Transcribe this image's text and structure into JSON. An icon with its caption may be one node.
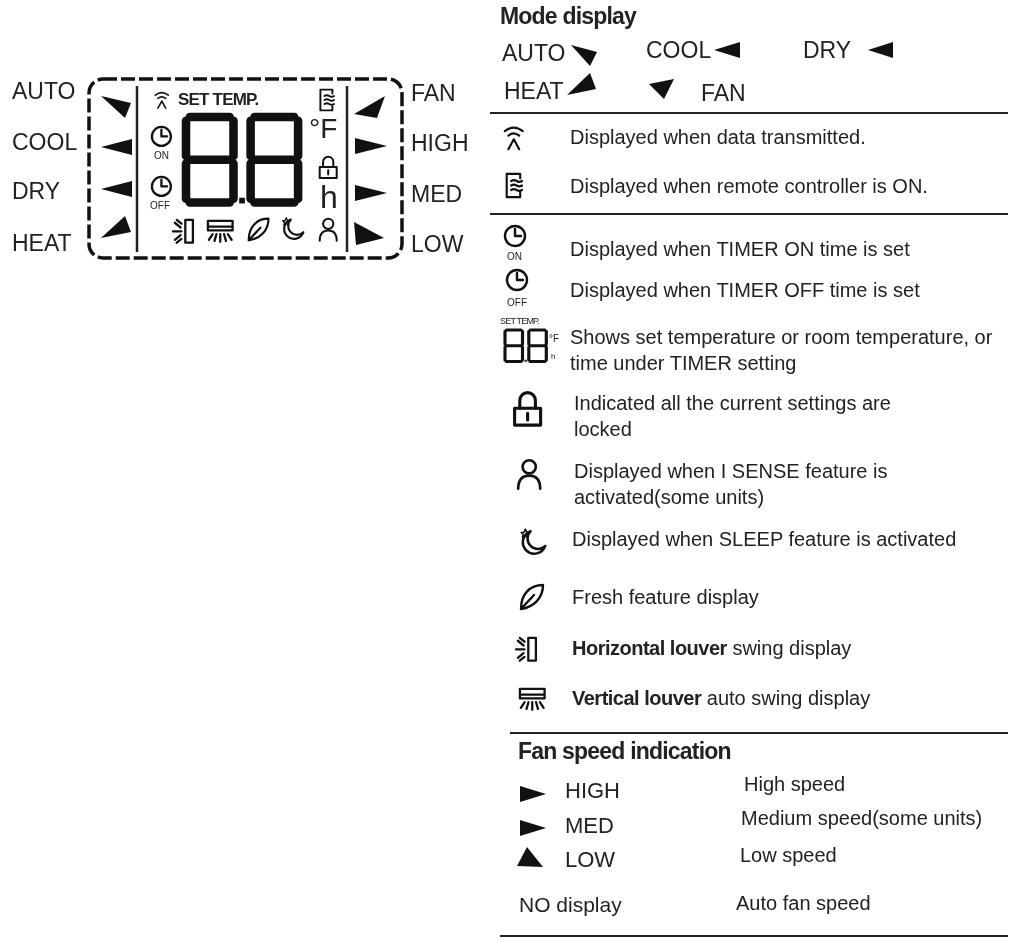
{
  "diagram": {
    "labels": [
      "AUTO",
      "COOL",
      "DRY",
      "HEAT",
      "SET TEMP.",
      "°F",
      "ON",
      "OFF",
      "h",
      "FAN",
      "HIGH",
      "MED",
      "LOW",
      "Mode display",
      "AUTO",
      "COOL",
      "DRY",
      "HEAT",
      "FAN",
      "Displayed when data transmitted.",
      "Displayed when remote controller is ON.",
      "ON",
      "Displayed when TIMER ON time is set",
      "OFF",
      "Displayed when TIMER OFF time is set",
      "SET TEMP.",
      "°F",
      "h",
      "Shows set temperature or room temperature, or time under TIMER setting",
      "Indicated all the current settings are locked",
      "Displayed when I SENSE feature is activated(some units)",
      "Displayed when SLEEP feature is activated",
      "Fresh feature display",
      "**Horizontal louver** swing display",
      "**Vertical louver** auto swing display",
      "Fan speed indication",
      "HIGH",
      "High speed",
      "MED",
      "Medium speed(some units)",
      "LOW",
      "Low speed",
      "NO display",
      "Auto fan speed"
    ]
  }
}
